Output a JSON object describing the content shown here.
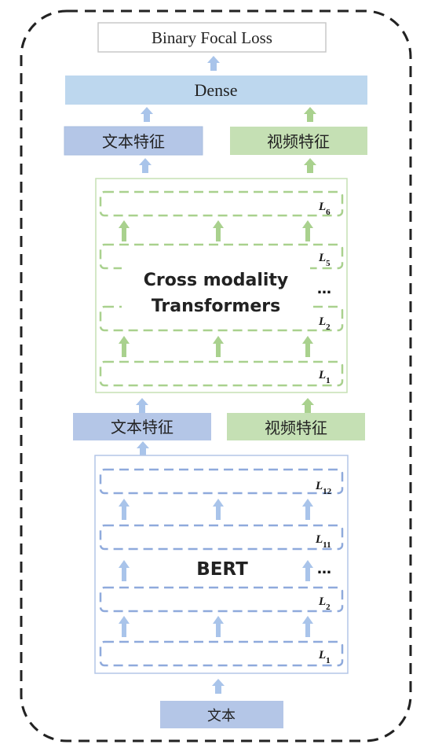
{
  "loss": {
    "label": "Binary Focal Loss"
  },
  "dense": {
    "label": "Dense"
  },
  "top_features": {
    "text": "文本特征",
    "video": "视频特征"
  },
  "cross_block": {
    "title_line1": "Cross modality",
    "title_line2": "Transformers",
    "layers": [
      "L6",
      "L5",
      "...",
      "L2",
      "L1"
    ]
  },
  "mid_features": {
    "text": "文本特征",
    "video": "视频特征"
  },
  "bert_block": {
    "title": "BERT",
    "layers": [
      "L12",
      "L11",
      "...",
      "L2",
      "L1"
    ]
  },
  "input": {
    "label": "文本"
  },
  "colors": {
    "blue_box": "#b4c6e7",
    "light_blue_box": "#bdd7ee",
    "green_box": "#c5e0b4",
    "blue_arrow": "#a9c4ea",
    "green_arrow": "#a9d18e",
    "blue_dash": "#8faadc",
    "green_dash": "#a9d18e"
  }
}
